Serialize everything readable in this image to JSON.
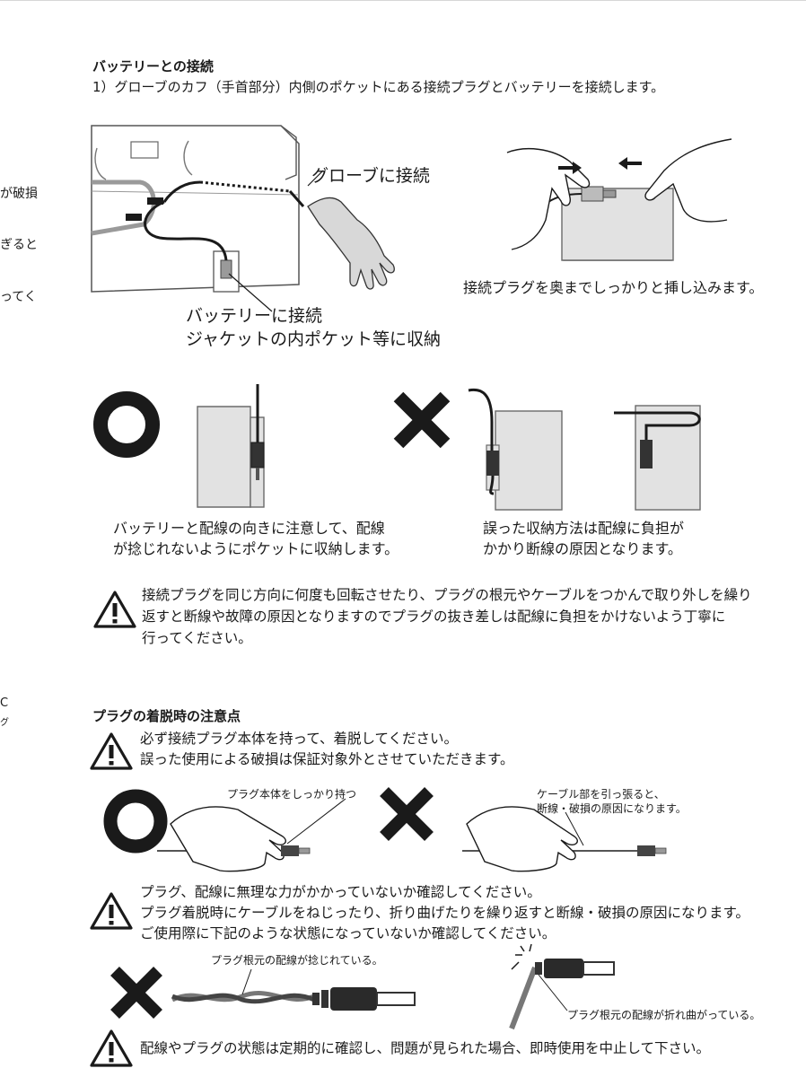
{
  "left_edge_fragments": [
    "が破損",
    "ぎると",
    "ってく",
    "C",
    "グ"
  ],
  "section1": {
    "title": "バッテリーとの接続",
    "step": "1）グローブのカフ（手首部分）内側のポケットにある接続プラグとバッテリーを接続します。",
    "callout_glove": "グローブに接続",
    "callout_battery_1": "バッテリーに接続",
    "callout_battery_2": "ジャケットの内ポケット等に収納",
    "caption_insert": "接続プラグを奥までしっかりと挿し込みます。",
    "caption_good_1": "バッテリーと配線の向きに注意して、配線",
    "caption_good_2": "が捻じれないようにポケットに収納します。",
    "caption_bad_1": "誤った収納方法は配線に負担が",
    "caption_bad_2": "かかり断線の原因となります。",
    "warning_1": "接続プラグを同じ方向に何度も回転させたり、プラグの根元やケーブルをつかんで取り外しを繰り",
    "warning_2": "返すと断線や故障の原因となりますのでプラグの抜き差しは配線に負担をかけないよう丁寧に",
    "warning_3": "行ってください。"
  },
  "section2": {
    "title": "プラグの着脱時の注意点",
    "warning_a_1": "必ず接続プラグ本体を持って、着脱してください。",
    "warning_a_2": "誤った使用による破損は保証対象外とさせていただきます。",
    "label_hold": "プラグ本体をしっかり持つ",
    "label_pull_1": "ケーブル部を引っ張ると、",
    "label_pull_2": "断線・破損の原因になります。",
    "warning_b_1": "プラグ、配線に無理な力がかかっていないか確認してください。",
    "warning_b_2": "プラグ着脱時にケーブルをねじったり、折り曲げたりを繰り返すと断線・破損の原因になります。",
    "warning_b_3": "ご使用際に下記のような状態になっていないか確認してください。",
    "label_twisted": "プラグ根元の配線が捻じれている。",
    "label_bent": "プラグ根元の配線が折れ曲がっている。",
    "warning_c": "配線やプラグの状態は定期的に確認し、問題が見られた場合、即時使用を中止して下さい。"
  },
  "colors": {
    "ink": "#1a1a1a",
    "battery_fill": "#e2e2e2",
    "battery_stroke": "#6a6a6a",
    "cable_grey": "#888888"
  }
}
